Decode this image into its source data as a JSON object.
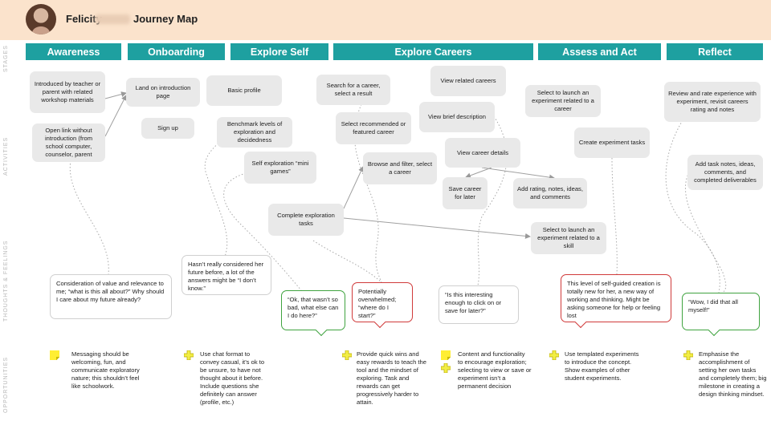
{
  "header": {
    "title_first": "Felicity",
    "title_rest": "Journey Map"
  },
  "row_labels": {
    "stages": "STAGES",
    "activities": "ACTIVITIES",
    "thoughts": "THOUGHTS & FEELINGS",
    "opportunities": "OPPORTUNITIES"
  },
  "stages": [
    "Awareness",
    "Onboarding",
    "Explore Self",
    "Explore Careers",
    "Assess and Act",
    "Reflect"
  ],
  "activities": {
    "introduced": "Introduced by teacher or parent with related workshop materials",
    "open_link": "Open link without introduction (from school computer, counselor, parent",
    "land": "Land on introduction page",
    "signup": "Sign up",
    "basic_profile": "Basic profile",
    "benchmark": "Benchmark levels of exploration and decidedness",
    "self_exploration": "Self exploration “mini games”",
    "complete_tasks": "Complete exploration tasks",
    "search_career": "Search for a career, select a result",
    "select_recommended": "Select recommended or featured career",
    "browse_filter": "Browse and filter, select a career",
    "view_related": "View related careers",
    "view_brief": "View brief description",
    "view_details": "View career details",
    "save_career": "Save career for later",
    "add_rating": "Add rating, notes, ideas, and comments",
    "launch_career": "Select to launch an experiment related to a career",
    "create_experiment": "Create experiment tasks",
    "launch_skill": "Select to launch an experiment related to a skill",
    "review_rate": "Review and rate experience with experiment, revisit careers rating and notes",
    "task_notes": "Add task notes, ideas, comments, and completed deliverables"
  },
  "thoughts": {
    "awareness": "Consideration of value and relevance to me; “what is this all about?” Why should I care about my future already?",
    "onboarding": "Hasn’t really considered her future before, a lot of the answers might be “I don’t know.”",
    "explore_self": "“Ok, that wasn’t so bad, what else can I do here?”",
    "overwhelmed": "Potentially overwhelmed; “where do I start?”",
    "interesting": "“Is this interesting enough to click on or save for later?”",
    "assess": "This level of self-guided creation is totally new for her, a new way of working and thinking. Might be asking someone for help or feeling lost",
    "reflect": "“Wow, I did that all myself!”"
  },
  "opportunities": {
    "awareness": "Messaging should be welcoming, fun, and communicate exploratory nature; this shouldn’t feel like schoolwork.",
    "onboarding": "Use chat format to convey casual, it’s ok to be unsure, to have not thought about it before. Include questions she definitely can answer (profile, etc.)",
    "explore_careers_a": "Provide quick wins and easy rewards to teach the tool and the mindset of exploring. Task and rewards can get progressively harder to attain.",
    "explore_careers_b": "Content and functionality to encourage exploration; selecting to view or save or experiment isn’t a permanent decision",
    "assess": "Use templated experiments to introduce the concept. Show examples of other student experiments.",
    "reflect": "Emphasise the accomplishment of setting her own tasks and completely them; big milestone in creating a design thinking mindset."
  },
  "colors": {
    "stage": "#1ea0a0",
    "header": "#fbe3cc",
    "sticky": "#ffee33",
    "positive": "#3fa33f",
    "negative": "#d03a3a"
  },
  "icons": [
    "sticky-note-icon",
    "plus-icon"
  ]
}
